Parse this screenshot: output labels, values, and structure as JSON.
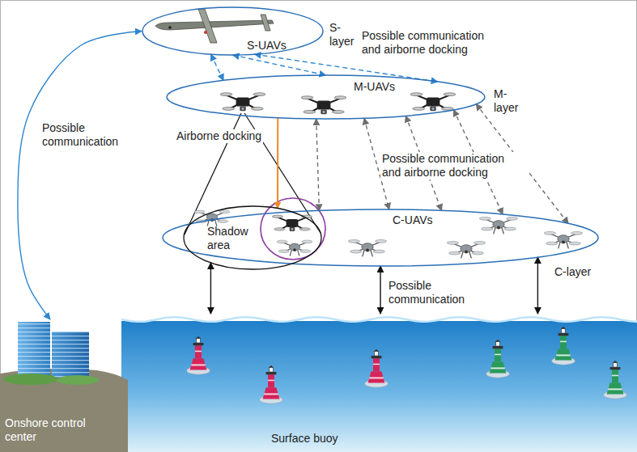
{
  "diagram": {
    "nodes": [
      {
        "text": [
          "S-UAVs",
          "S-layer"
        ]
      },
      {
        "text": [
          "M-UAVs",
          "M-layer"
        ]
      },
      {
        "text": [
          "C-UAVs",
          "C-layer"
        ]
      },
      {
        "text": [
          "Shadow area"
        ],
        "in": 2
      },
      {
        "text": [
          "Onshore control center"
        ]
      },
      {
        "text": [
          "Surface buoy"
        ]
      }
    ],
    "edges": [
      {
        "from": 0,
        "to": 4,
        "arrow": "both",
        "label": "Possible communication"
      },
      {
        "from": 0,
        "to": 1,
        "arrow": "both"
      },
      {
        "from": 0,
        "to": 1,
        "arrow": "both"
      },
      {
        "from": 0,
        "to": 1,
        "arrow": "both",
        "label": "Possible communication and airborne docking"
      },
      {
        "from": 1,
        "to": 3,
        "arrow": "to",
        "label": "Airborne docking"
      },
      {
        "from": 1,
        "to": 2,
        "arrow": "both",
        "label": "Possible communication and airborne docking"
      },
      {
        "from": 1,
        "to": 2,
        "arrow": "both"
      },
      {
        "from": 1,
        "to": 2,
        "arrow": "both"
      },
      {
        "from": 1,
        "to": 2,
        "arrow": "both"
      },
      {
        "from": 1,
        "to": 2,
        "arrow": "both"
      },
      {
        "from": 2,
        "to": 5,
        "arrow": "both",
        "label": "Possible communication"
      },
      {
        "from": 3,
        "to": 5,
        "arrow": "both"
      },
      {
        "from": 2,
        "to": 5,
        "arrow": "both"
      }
    ]
  }
}
